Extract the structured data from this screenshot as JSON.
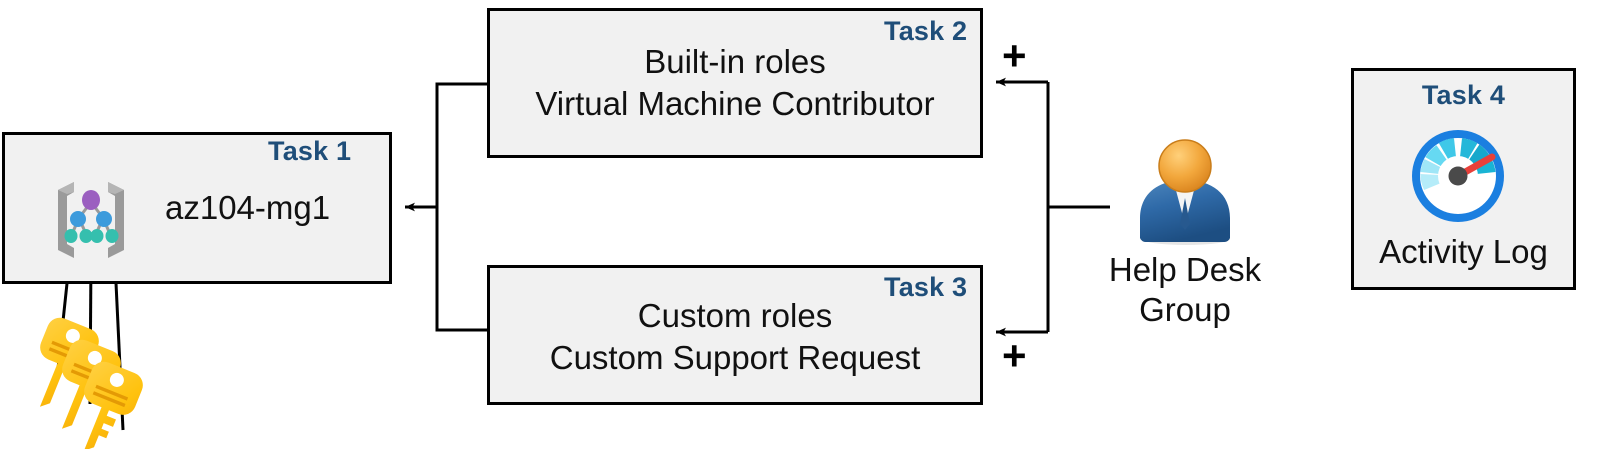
{
  "diagram": {
    "title": "Azure RBAC task diagram",
    "background_color": "#ffffff",
    "box_fill": "#f1f1f1",
    "box_border": "#000000",
    "task_label_color": "#1f4e79",
    "connector_color": "#000000"
  },
  "boxes": {
    "task1": {
      "label": "Task 1",
      "text": "az104-mg1",
      "icon": "management-group-icon"
    },
    "task2": {
      "label": "Task 2",
      "line1": "Built-in roles",
      "line2": "Virtual Machine Contributor"
    },
    "task3": {
      "label": "Task 3",
      "line1": "Custom roles",
      "line2": "Custom Support Request"
    },
    "task4": {
      "label": "Task 4",
      "text": "Activity Log",
      "icon": "gauge-icon"
    }
  },
  "actor": {
    "icon": "user-person-icon",
    "caption_line1": "Help Desk",
    "caption_line2": "Group"
  },
  "keys": {
    "icon": "keys-icon",
    "count": 3,
    "color": "#ffc20e"
  },
  "operators": {
    "plus_top": "+",
    "plus_bottom": "+"
  },
  "colors": {
    "task_label": "#1f4e79",
    "key_yellow": "#ffc20e",
    "key_yellow_dark": "#f5a623",
    "person_head": "#f0a030",
    "person_body": "#2f6aa8",
    "gauge_ring": "#1b7fe0",
    "gauge_needle": "#e8403a",
    "mg_purple": "#9b5fc0",
    "mg_blue": "#3d9bdc",
    "mg_teal": "#35bfae",
    "mg_bracket": "#9a9a9a"
  }
}
